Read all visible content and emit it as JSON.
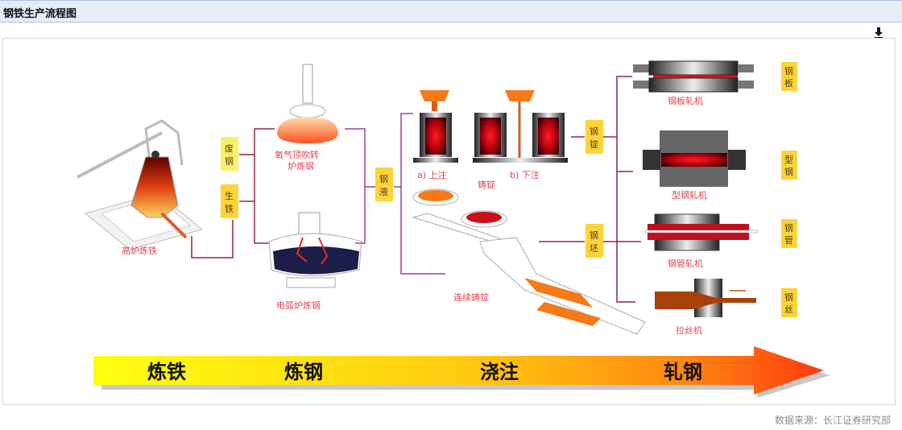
{
  "header": {
    "title": "钢铁生产流程图"
  },
  "toolbar": {
    "download_icon": "download-icon"
  },
  "diagram": {
    "processes": {
      "blast_furnace": "高炉炼铁",
      "oxygen_converter": [
        "氧气顶吹转",
        "炉炼钢"
      ],
      "electric_arc": "电弧炉炼钢",
      "top_pour": "a) 上注",
      "bottom_pour": "b) 下注",
      "ingot_casting": "铸锭",
      "continuous_casting": "连续铸锭",
      "plate_mill": "钢板轧机",
      "section_mill": "型钢轧机",
      "tube_mill": "钢管轧机",
      "wire_drawer": "拉丝机"
    },
    "materials": {
      "scrap_steel": [
        "废",
        "钢"
      ],
      "pig_iron": [
        "生",
        "铁"
      ],
      "molten_steel": [
        "钢",
        "液"
      ],
      "ingot": [
        "钢",
        "锭"
      ],
      "billet": [
        "钢",
        "坯"
      ],
      "plate": [
        "钢",
        "板"
      ],
      "section": [
        "型",
        "钢"
      ],
      "tube": [
        "钢",
        "管"
      ],
      "wire": [
        "钢",
        "丝"
      ]
    },
    "stages": [
      "炼铁",
      "炼钢",
      "浇注",
      "轧钢"
    ],
    "colors": {
      "connector_dark": "#8b2b3a",
      "connector_purple": "#a0408c",
      "label_red": "#e0454d",
      "box_yellow": "#fbd43a",
      "arrow_start": "#ffff10",
      "arrow_end": "#ff3a10"
    }
  },
  "footer": {
    "source": "数据来源：长江证券研究部"
  }
}
